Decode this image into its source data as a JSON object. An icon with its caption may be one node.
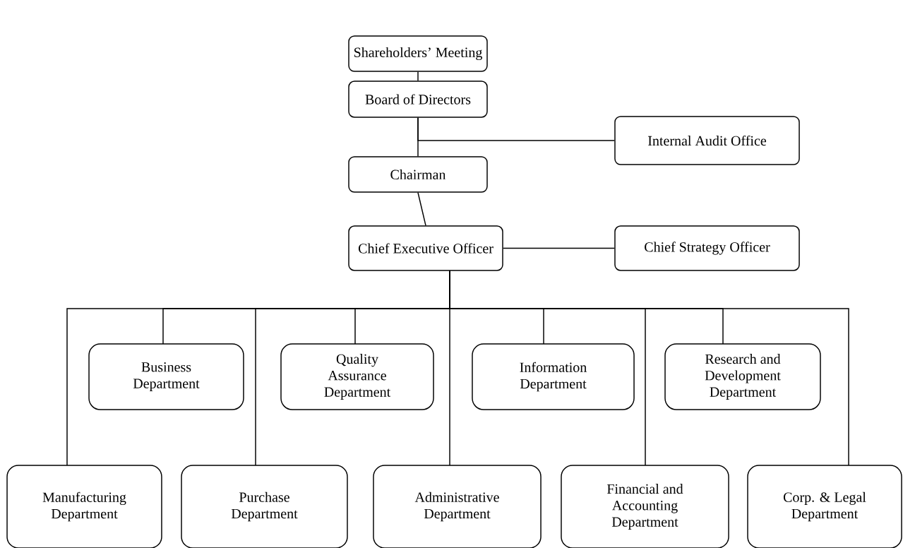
{
  "diagram": {
    "nodes": [
      {
        "text": [
          "Shareholders’ Meeting"
        ]
      },
      {
        "text": [
          "Board of Directors"
        ]
      },
      {
        "text": [
          "Internal Audit Office"
        ]
      },
      {
        "text": [
          "Chairman"
        ]
      },
      {
        "text": [
          "Chief Executive Officer"
        ]
      },
      {
        "text": [
          "Chief Strategy Officer"
        ]
      },
      {
        "text": [
          "Business Department"
        ]
      },
      {
        "text": [
          "Quality Assurance Department"
        ]
      },
      {
        "text": [
          "Information Department"
        ]
      },
      {
        "text": [
          "Research and Development Department"
        ]
      },
      {
        "text": [
          "Manufacturing Department"
        ]
      },
      {
        "text": [
          "Purchase Department"
        ]
      },
      {
        "text": [
          "Administrative Department"
        ]
      },
      {
        "text": [
          "Financial and Accounting Department"
        ]
      },
      {
        "text": [
          "Corp. & Legal Department"
        ]
      }
    ],
    "edges": [
      {
        "from": 0,
        "to": 1,
        "arrow": "none"
      },
      {
        "from": 1,
        "to": 3,
        "arrow": "none"
      },
      {
        "from": 1,
        "to": 2,
        "arrow": "none"
      },
      {
        "from": 3,
        "to": 4,
        "arrow": "none"
      },
      {
        "from": 4,
        "to": 5,
        "arrow": "none"
      },
      {
        "from": 4,
        "to": 10,
        "arrow": "none"
      },
      {
        "from": 4,
        "to": 6,
        "arrow": "none"
      },
      {
        "from": 4,
        "to": 11,
        "arrow": "none"
      },
      {
        "from": 4,
        "to": 7,
        "arrow": "none"
      },
      {
        "from": 4,
        "to": 12,
        "arrow": "none"
      },
      {
        "from": 4,
        "to": 8,
        "arrow": "none"
      },
      {
        "from": 4,
        "to": 13,
        "arrow": "none"
      },
      {
        "from": 4,
        "to": 9,
        "arrow": "none"
      },
      {
        "from": 4,
        "to": 14,
        "arrow": "none"
      }
    ]
  }
}
